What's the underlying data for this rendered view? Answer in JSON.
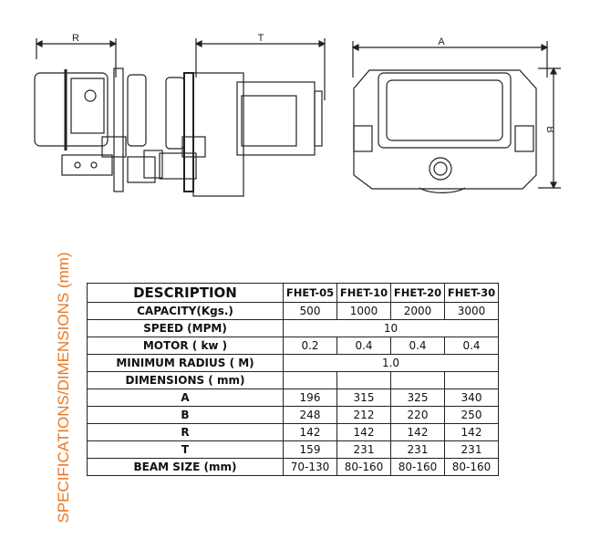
{
  "drawing_labels": {
    "r": "R",
    "t": "T",
    "a": "A",
    "b": "B"
  },
  "side_title": "SPECIFICATIONS/DIMENSIONS (mm)",
  "table": {
    "header": [
      "DESCRIPTION",
      "FHET-05",
      "FHET-10",
      "FHET-20",
      "FHET-30"
    ],
    "rows": [
      {
        "label": "CAPACITY(Kgs.)",
        "values": [
          "500",
          "1000",
          "2000",
          "3000"
        ]
      },
      {
        "label": "SPEED (MPM)",
        "merged": "10"
      },
      {
        "label": "MOTOR ( kw )",
        "values": [
          "0.2",
          "0.4",
          "0.4",
          "0.4"
        ]
      },
      {
        "label": "MINIMUM RADIUS ( M)",
        "merged": "1.0"
      },
      {
        "label": "DIMENSIONS ( mm)",
        "values": [
          "",
          "",
          "",
          ""
        ]
      },
      {
        "label": "A",
        "values": [
          "196",
          "315",
          "325",
          "340"
        ]
      },
      {
        "label": "B",
        "values": [
          "248",
          "212",
          "220",
          "250"
        ]
      },
      {
        "label": "R",
        "values": [
          "142",
          "142",
          "142",
          "142"
        ]
      },
      {
        "label": "T",
        "values": [
          "159",
          "231",
          "231",
          "231"
        ]
      },
      {
        "label": "BEAM SIZE (mm)",
        "values": [
          "70-130",
          "80-160",
          "80-160",
          "80-160"
        ]
      }
    ]
  }
}
